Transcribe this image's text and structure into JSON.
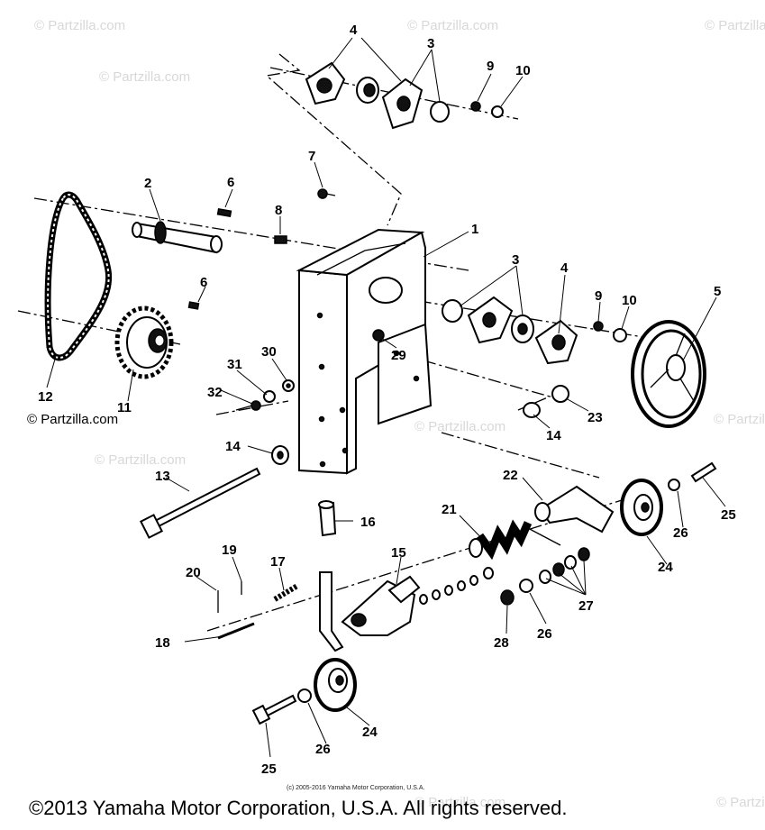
{
  "watermarks": [
    "© Partzilla.com",
    "© Partzilla.com",
    "© Partzilla.com",
    "© Partzilla.com",
    "© Partzilla.com",
    "© Partzilla.com",
    "© Partzilla.com",
    "© Partzilla.com",
    "© Partzilla.com",
    "© Partzilla.com"
  ],
  "callouts": [
    "4",
    "3",
    "9",
    "10",
    "7",
    "2",
    "6",
    "8",
    "1",
    "6",
    "3",
    "4",
    "9",
    "10",
    "5",
    "29",
    "30",
    "31",
    "32",
    "12",
    "11",
    "14",
    "23",
    "14",
    "13",
    "22",
    "25",
    "16",
    "21",
    "26",
    "15",
    "19",
    "17",
    "20",
    "24",
    "27",
    "18",
    "28",
    "26",
    "24",
    "26",
    "25"
  ],
  "small_copyright": "(c) 2005-2016 Yamaha Motor Corporation, U.S.A.",
  "copyright": "©2013 Yamaha Motor Corporation, U.S.A. All rights reserved."
}
